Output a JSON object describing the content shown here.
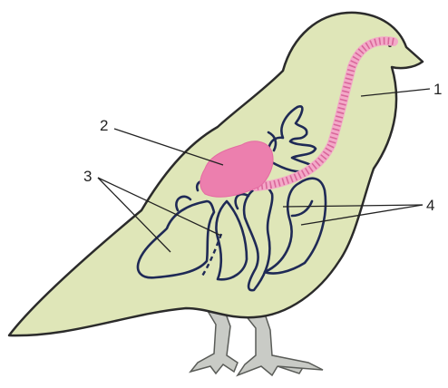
{
  "labels": {
    "one": "1",
    "two": "2",
    "three": "3",
    "four": "4"
  },
  "colors": {
    "body_fill": "#dfe6b8",
    "outline": "#2b2b2b",
    "airsac_stroke": "#1f2a56",
    "lung_fill": "#ec7fae",
    "trachea_fill": "#f3a9c8",
    "leg": "#c9cbc6"
  }
}
